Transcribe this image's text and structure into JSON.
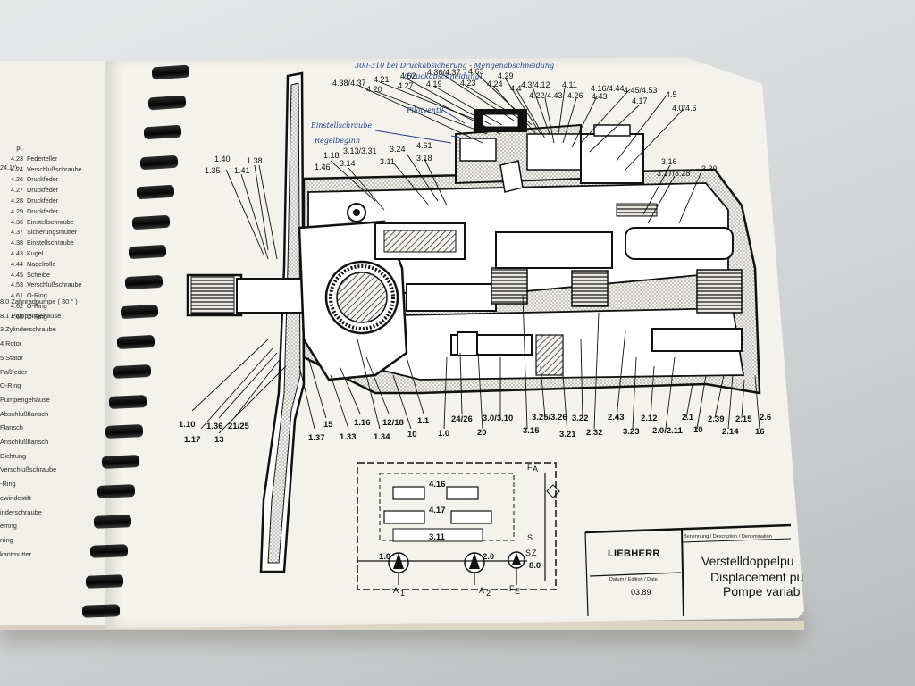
{
  "legend_top": [
    {
      "code": "pl.",
      "text": ""
    },
    {
      "code": "4.23",
      "text": "Federteller"
    },
    {
      "code": "4.24",
      "text": "Verschlußschraube"
    },
    {
      "code": "4.26",
      "text": "Druckfeder"
    },
    {
      "code": "4.27",
      "text": "Druckfeder"
    },
    {
      "code": "4.28",
      "text": "Druckfeder"
    },
    {
      "code": "4.29",
      "text": "Druckfeder"
    },
    {
      "code": "4.36",
      "text": "Einstellschraube"
    },
    {
      "code": "4.37",
      "text": "Sicherungsmutter"
    },
    {
      "code": "4.38",
      "text": "Einstellschraube"
    },
    {
      "code": "4.43",
      "text": "Kugel"
    },
    {
      "code": "4.44",
      "text": "Nadelrolle"
    },
    {
      "code": "4.45",
      "text": "Scheibe"
    },
    {
      "code": "4.53",
      "text": "Verschlußschraube"
    },
    {
      "code": "4.61",
      "text": "O-Ring"
    },
    {
      "code": "4.62",
      "text": "O-Ring"
    },
    {
      "code": "4.63",
      "text": "O-Ring"
    }
  ],
  "legend_top_fragment": "24.1*)",
  "legend_bottom": [
    "8.0    Zahnradpumpe ( 30 ° )",
    "8.1    Pumpengehäuse",
    "3      Zylinderschraube",
    "4      Rotor",
    "5      Stator",
    "       Paßfeder",
    "       O-Ring",
    "       Pumpengehäuse",
    "   Abschlußflansch",
    "Flansch",
    "  Anschlußflansch",
    " Dichtung",
    "Verschlußschraube",
    "-Ring",
    "ewindestift",
    "inderschraube",
    "erring",
    "rring",
    "kantmutter"
  ],
  "callouts_top": [
    "4.38/4.37",
    "4.20",
    "4.62",
    "4.27",
    "4.21",
    "4.19",
    "4.36/4.37",
    "4.23",
    "4.63",
    "4.24",
    "4.29",
    "4.4",
    "4.3/4.12",
    "4.22/4.43",
    "4.11",
    "4.26",
    "4.16/4.44",
    "4.43",
    "4.45/4.53",
    "4.17",
    "4.5",
    "4.0/4.6"
  ],
  "callouts_mid": [
    "1.18",
    "1.46",
    "3.13/3.31",
    "3.14",
    "3.24",
    "3.11",
    "4.61",
    "3.18",
    "1.40",
    "1.35",
    "1.41",
    "1.38",
    "3.16",
    "3.17/3.28",
    "3.30"
  ],
  "callouts_bottom": [
    "1.10",
    "1.17",
    "1.36",
    "21/25",
    "13",
    "15",
    "1.37",
    "1.16",
    "1.33",
    "12/18",
    "1.34",
    "10",
    "1.1",
    "24/26",
    "1.0",
    "3.0/3.10",
    "20",
    "3.15",
    "3.25/3.26",
    "3.21",
    "3.22",
    "2.32",
    "2.43",
    "3.23",
    "2.12",
    "2.0/2.11",
    "2.1",
    "10",
    "2.39",
    "2.14",
    "2.15",
    "16",
    "2.6"
  ],
  "handwriting": {
    "top": "300-310 bei Druckabsicherung - Mengenabschneidung",
    "top2": "(Druckabschneidung)",
    "left1": "Einstellschraube",
    "left2": "Regelbeginn",
    "pilot": "Pilotventil"
  },
  "schematic": {
    "labels": [
      "4.16",
      "4.17",
      "3.11",
      "1.0",
      "2.0",
      "8.0",
      "S",
      "S",
      "Z",
      "F",
      "A",
      "A",
      "F"
    ],
    "subs": [
      "1",
      "2",
      "E",
      "A"
    ]
  },
  "title_block": {
    "brand": "LIEBHERR",
    "denomination_label": "Benennung / Description / Denomination",
    "date_label": "Datum / Edition / Date",
    "date": "03.89",
    "title_de": "Verstelldoppelpu",
    "title_en": "Displacement pu",
    "title_fr": "Pompe variab"
  }
}
